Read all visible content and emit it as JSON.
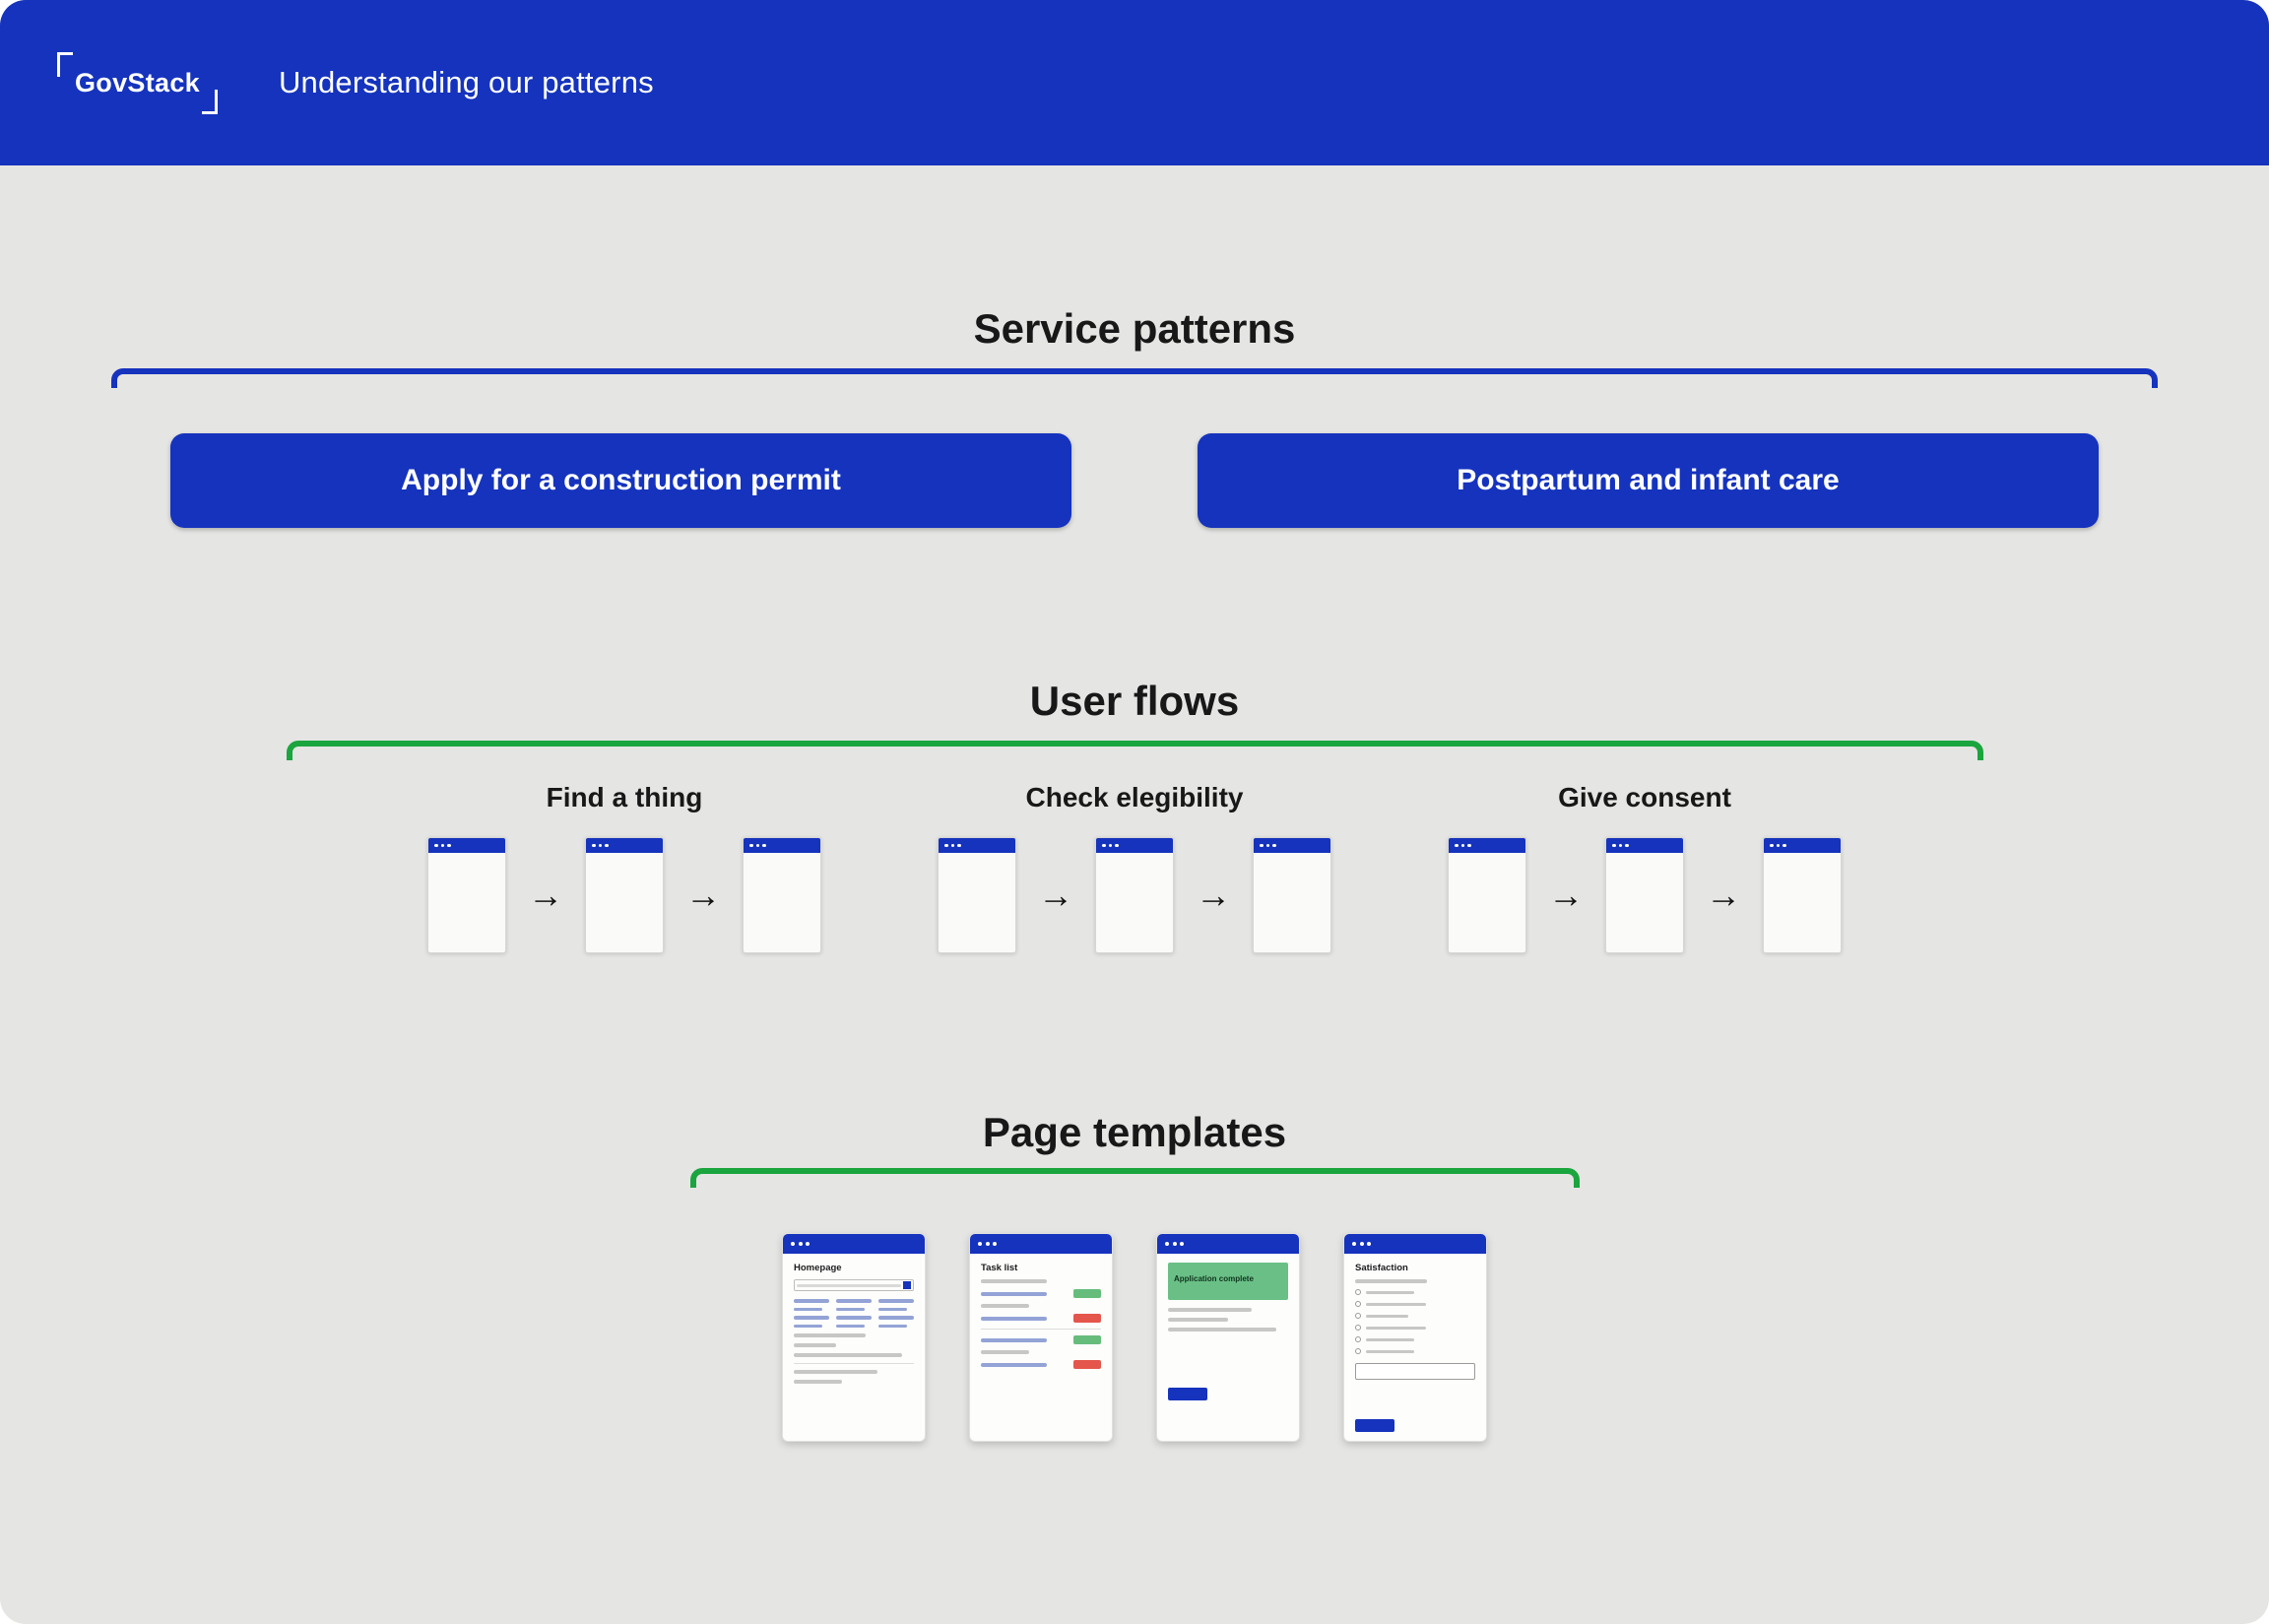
{
  "header": {
    "logo": "GovStack",
    "title": "Understanding our patterns"
  },
  "sections": {
    "service_patterns": {
      "title": "Service patterns",
      "buttons": [
        {
          "label": "Apply for a construction permit"
        },
        {
          "label": "Postpartum and infant care"
        }
      ]
    },
    "user_flows": {
      "title": "User flows",
      "flows": [
        {
          "label": "Find a thing"
        },
        {
          "label": "Check elegibility"
        },
        {
          "label": "Give consent"
        }
      ]
    },
    "page_templates": {
      "title": "Page templates",
      "templates": [
        {
          "label": "Homepage"
        },
        {
          "label": "Task list"
        },
        {
          "label": "Application complete"
        },
        {
          "label": "Satisfaction"
        }
      ]
    }
  },
  "icons": {
    "arrow": "→"
  },
  "colors": {
    "primary_blue": "#1533bd",
    "bracket_green": "#1aa53e",
    "status_green": "#66bd7b",
    "status_red": "#e4564b",
    "background": "#e5e5e3"
  }
}
